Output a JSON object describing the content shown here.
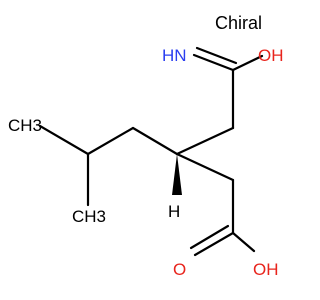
{
  "annotation": {
    "text": "Chiral"
  },
  "colors": {
    "heteroatom_red": "#e8241c",
    "heteroatom_blue": "#2a3ef0",
    "bond": "#000000"
  },
  "atoms": {
    "imine_n": "HN",
    "imine_oh": "OH",
    "stereo_h": "H",
    "methyl_top": "CH3",
    "methyl_bottom": "CH3",
    "carbonyl_o": "O",
    "acid_oh": "OH"
  }
}
